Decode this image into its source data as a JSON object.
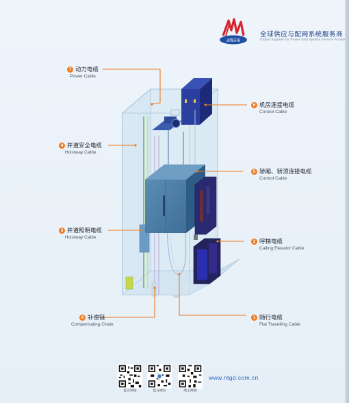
{
  "company": {
    "name_cn": "全球供应与配网系统服务商",
    "name_en": "Global Supplier for Power Grid System Service Provider",
    "logo_text": "远程天电"
  },
  "callouts": [
    {
      "num": "7",
      "cn": "动力电缆",
      "en": "Power Cable"
    },
    {
      "num": "6",
      "cn": "机房连接电缆",
      "en": "Control Cable"
    },
    {
      "num": "4",
      "cn": "井道安全电缆",
      "en": "Hoistway Cable"
    },
    {
      "num": "5",
      "cn": "轿厢、轿顶连接电缆",
      "en": "Control Cable"
    },
    {
      "num": "3",
      "cn": "井道照明电缆",
      "en": "Hoistway Cable"
    },
    {
      "num": "2",
      "cn": "呼梯电缆",
      "en": "Calling Elevator Cable"
    },
    {
      "num": "8",
      "cn": "补偿链",
      "en": "Compensating Chain"
    },
    {
      "num": "1",
      "cn": "随行电缆",
      "en": "Flat Travelling Cable"
    }
  ],
  "footer": {
    "qr_labels": [
      "官方网站",
      "官方微信",
      "网上商城"
    ],
    "website": "www.ntgd.com.cn"
  },
  "colors": {
    "accent_orange": "#ee7a1f",
    "brand_blue": "#1f3f86",
    "machine_box": "#2a3f9f",
    "car_blue": "#4d7fa6",
    "door_panel": "#2e1f6b",
    "shaft_glass": "#cfe3f2"
  }
}
